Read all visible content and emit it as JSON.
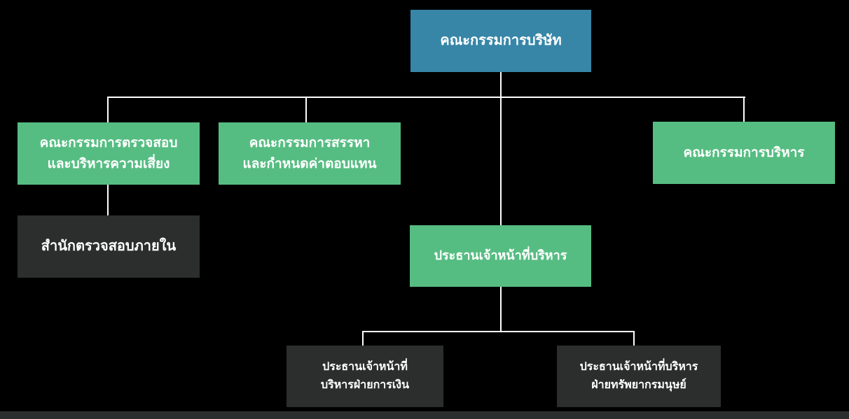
{
  "diagram": {
    "type": "org-chart",
    "title": "Company organizational structure (Thai)"
  },
  "colors": {
    "background": "#000000",
    "board_fill": "#3786a8",
    "committee_fill": "#56bd82",
    "office_fill": "#2c2e2d",
    "connector": "#ffffff",
    "text": "#ffffff"
  },
  "nodes": {
    "board": {
      "label": "คณะกรรมการบริษัท"
    },
    "audit_risk": {
      "label": "คณะกรรมการตรวจสอบ\nและบริหารความเสี่ยง"
    },
    "nomination": {
      "label": "คณะกรรมการสรรหา\nและกำหนดค่าตอบแทน"
    },
    "executive": {
      "label": "คณะกรรมการบริหาร"
    },
    "internal_audit": {
      "label": "สำนักตรวจสอบภายใน"
    },
    "ceo": {
      "label": "ประธานเจ้าหน้าที่บริหาร"
    },
    "cfo": {
      "label": "ประธานเจ้าหน้าที่\nบริหารฝ่ายการเงิน"
    },
    "chro": {
      "label": "ประธานเจ้าหน้าที่บริหาร\nฝ่ายทรัพยากรมนุษย์"
    }
  },
  "edges": [
    {
      "from": "board",
      "to": "audit_risk"
    },
    {
      "from": "board",
      "to": "nomination"
    },
    {
      "from": "board",
      "to": "executive"
    },
    {
      "from": "board",
      "to": "ceo"
    },
    {
      "from": "audit_risk",
      "to": "internal_audit"
    },
    {
      "from": "ceo",
      "to": "cfo"
    },
    {
      "from": "ceo",
      "to": "chro"
    }
  ]
}
